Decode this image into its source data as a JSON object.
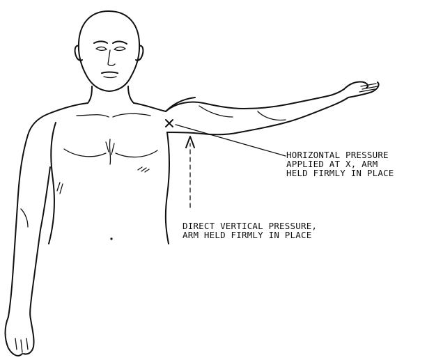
{
  "labels": {
    "horizontal": {
      "lines": [
        "HORIZONTAL PRESSURE",
        "APPLIED AT X, ARM",
        "HELD FIRMLY IN PLACE"
      ]
    },
    "vertical": {
      "lines": [
        "DIRECT VERTICAL PRESSURE,",
        "ARM HELD FIRMLY IN PLACE"
      ]
    },
    "marker": "×"
  },
  "colors": {
    "ink": "#111111",
    "background": "#ffffff"
  }
}
